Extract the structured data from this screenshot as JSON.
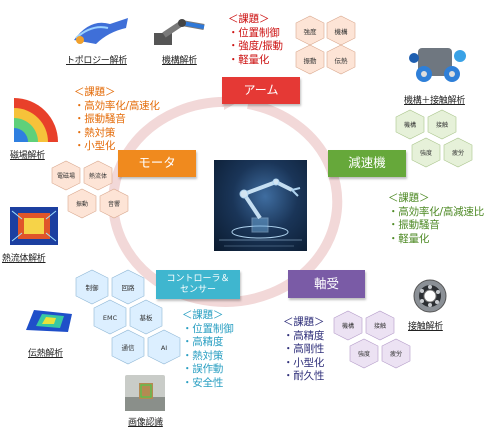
{
  "colors": {
    "arm": "#e53935",
    "reducer": "#66a83a",
    "bearing": "#7a5ba6",
    "controller": "#3fb6cf",
    "motor": "#f08a1e",
    "ring": "#f2d8d8",
    "arm_issue_text": "#cc1111",
    "motor_issue_text": "#e46c0a",
    "reducer_issue_text": "#4e8a25",
    "bearing_issue_text": "#2f2f7a",
    "controller_issue_text": "#2a9fc2"
  },
  "nodes": {
    "arm": "アーム",
    "reducer": "減速機",
    "bearing": "軸受",
    "controller": "コントローラ＆\nセンサー",
    "motor": "モータ"
  },
  "issues": {
    "arm": [
      "＜課題＞",
      "・位置制御",
      "・強度/振動",
      "・軽量化"
    ],
    "motor": [
      "＜課題＞",
      "・高効率化/高速化",
      "・振動騒音",
      "・熱対策",
      "・小型化"
    ],
    "reducer": [
      "＜課題＞",
      "・高効率化/高減速比",
      "・振動騒音",
      "・軽量化"
    ],
    "bearing": [
      "＜課題＞",
      "・高精度",
      "・高剛性",
      "・小型化",
      "・耐久性"
    ],
    "controller": [
      "＜課題＞",
      "・位置制御",
      "・高精度",
      "・熱対策",
      "・誤作動",
      "・安全性"
    ]
  },
  "hex_groups": {
    "arm": [
      "強度",
      "機構",
      "振動",
      "伝熱"
    ],
    "motor": [
      "電磁場",
      "熱流体",
      "振動",
      "音響"
    ],
    "reducer": [
      "機構",
      "接触",
      "強度",
      "疲労"
    ],
    "bearing": [
      "機構",
      "接触",
      "強度",
      "疲労"
    ],
    "controller": [
      "制御",
      "回路",
      "EMC",
      "基板",
      "通信",
      "AI"
    ]
  },
  "analysis_labels": {
    "topology": "トポロジー解析",
    "mechanism": "機構解析",
    "mechanism_contact": "機構＋接触解析",
    "magnetic": "磁場解析",
    "thermal_fluid": "熱流体解析",
    "heat_transfer": "伝熱解析",
    "image_recognition": "画像認識",
    "contact": "接触解析"
  }
}
